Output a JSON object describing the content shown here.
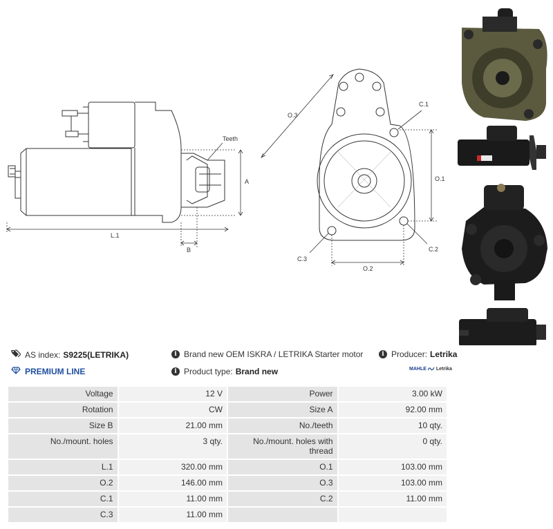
{
  "drawing": {
    "labels": {
      "teeth": "Teeth",
      "a": "A",
      "b": "B",
      "l1": "L.1",
      "o3": "O.3",
      "c1": "C.1",
      "o1": "O.1",
      "c2": "C.2",
      "c3": "C.3",
      "o2": "O.2"
    }
  },
  "info": {
    "as_index_label": "AS index:",
    "as_index_value": "S9225(LETRIKA)",
    "description": "Brand new OEM ISKRA / LETRIKA Starter motor",
    "producer_label": "Producer:",
    "producer_value": "Letrika",
    "premium_line": "PREMIUM LINE",
    "product_type_label": "Product type:",
    "product_type_value": "Brand new",
    "logo_brand": "MAHLE",
    "logo_sub": "Letrika"
  },
  "specs": [
    {
      "k1": "Voltage",
      "v1": "12 V",
      "k2": "Power",
      "v2": "3.00 kW"
    },
    {
      "k1": "Rotation",
      "v1": "CW",
      "k2": "Size A",
      "v2": "92.00 mm"
    },
    {
      "k1": "Size B",
      "v1": "21.00 mm",
      "k2": "No./teeth",
      "v2": "10 qty."
    },
    {
      "k1": "No./mount. holes",
      "v1": "3 qty.",
      "k2": "No./mount. holes with thread",
      "v2": "0 qty."
    },
    {
      "k1": "L.1",
      "v1": "320.00 mm",
      "k2": "O.1",
      "v2": "103.00 mm"
    },
    {
      "k1": "O.2",
      "v1": "146.00 mm",
      "k2": "O.3",
      "v2": "103.00 mm"
    },
    {
      "k1": "C.1",
      "v1": "11.00 mm",
      "k2": "C.2",
      "v2": "11.00 mm"
    },
    {
      "k1": "C.3",
      "v1": "11.00 mm",
      "k2": "",
      "v2": ""
    }
  ]
}
